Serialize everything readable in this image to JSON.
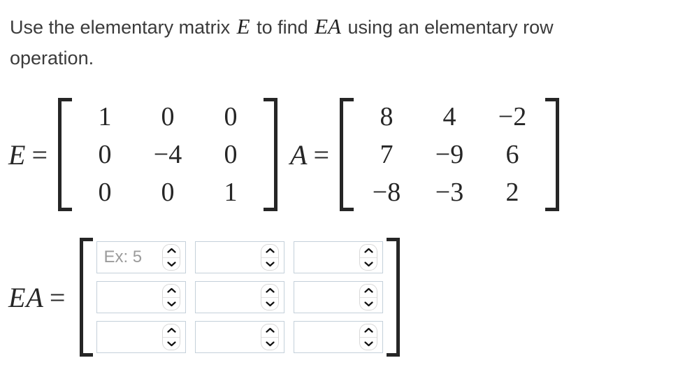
{
  "prompt": {
    "line1_part1": "Use the elementary matrix ",
    "var_E": "E",
    "line1_part2": " to find ",
    "var_EA": "EA",
    "line1_part3": " using an elementary row",
    "line2": "operation."
  },
  "equations": {
    "E": {
      "label": "E",
      "equals": "=",
      "rows": [
        [
          "1",
          "0",
          "0"
        ],
        [
          "0",
          "−4",
          "0"
        ],
        [
          "0",
          "0",
          "1"
        ]
      ]
    },
    "A": {
      "label": "A",
      "equals": "=",
      "rows": [
        [
          "8",
          "4",
          "−2"
        ],
        [
          "7",
          "−9",
          "6"
        ],
        [
          "−8",
          "−3",
          "2"
        ]
      ]
    },
    "EA": {
      "label": "EA",
      "equals": "=",
      "inputs": [
        [
          {
            "value": "",
            "placeholder": "Ex: 5"
          },
          {
            "value": "",
            "placeholder": ""
          },
          {
            "value": "",
            "placeholder": ""
          }
        ],
        [
          {
            "value": "",
            "placeholder": ""
          },
          {
            "value": "",
            "placeholder": ""
          },
          {
            "value": "",
            "placeholder": ""
          }
        ],
        [
          {
            "value": "",
            "placeholder": ""
          },
          {
            "value": "",
            "placeholder": ""
          },
          {
            "value": "",
            "placeholder": ""
          }
        ]
      ]
    }
  },
  "icons": {
    "spinner_up": "chevron-up-icon",
    "spinner_down": "chevron-down-icon"
  },
  "colors": {
    "text": "#3b3b3b",
    "math": "#262626",
    "input_border": "#c4d0da",
    "placeholder": "#9b9b9b",
    "spinner_border": "#d8d8d8",
    "background": "#ffffff"
  }
}
